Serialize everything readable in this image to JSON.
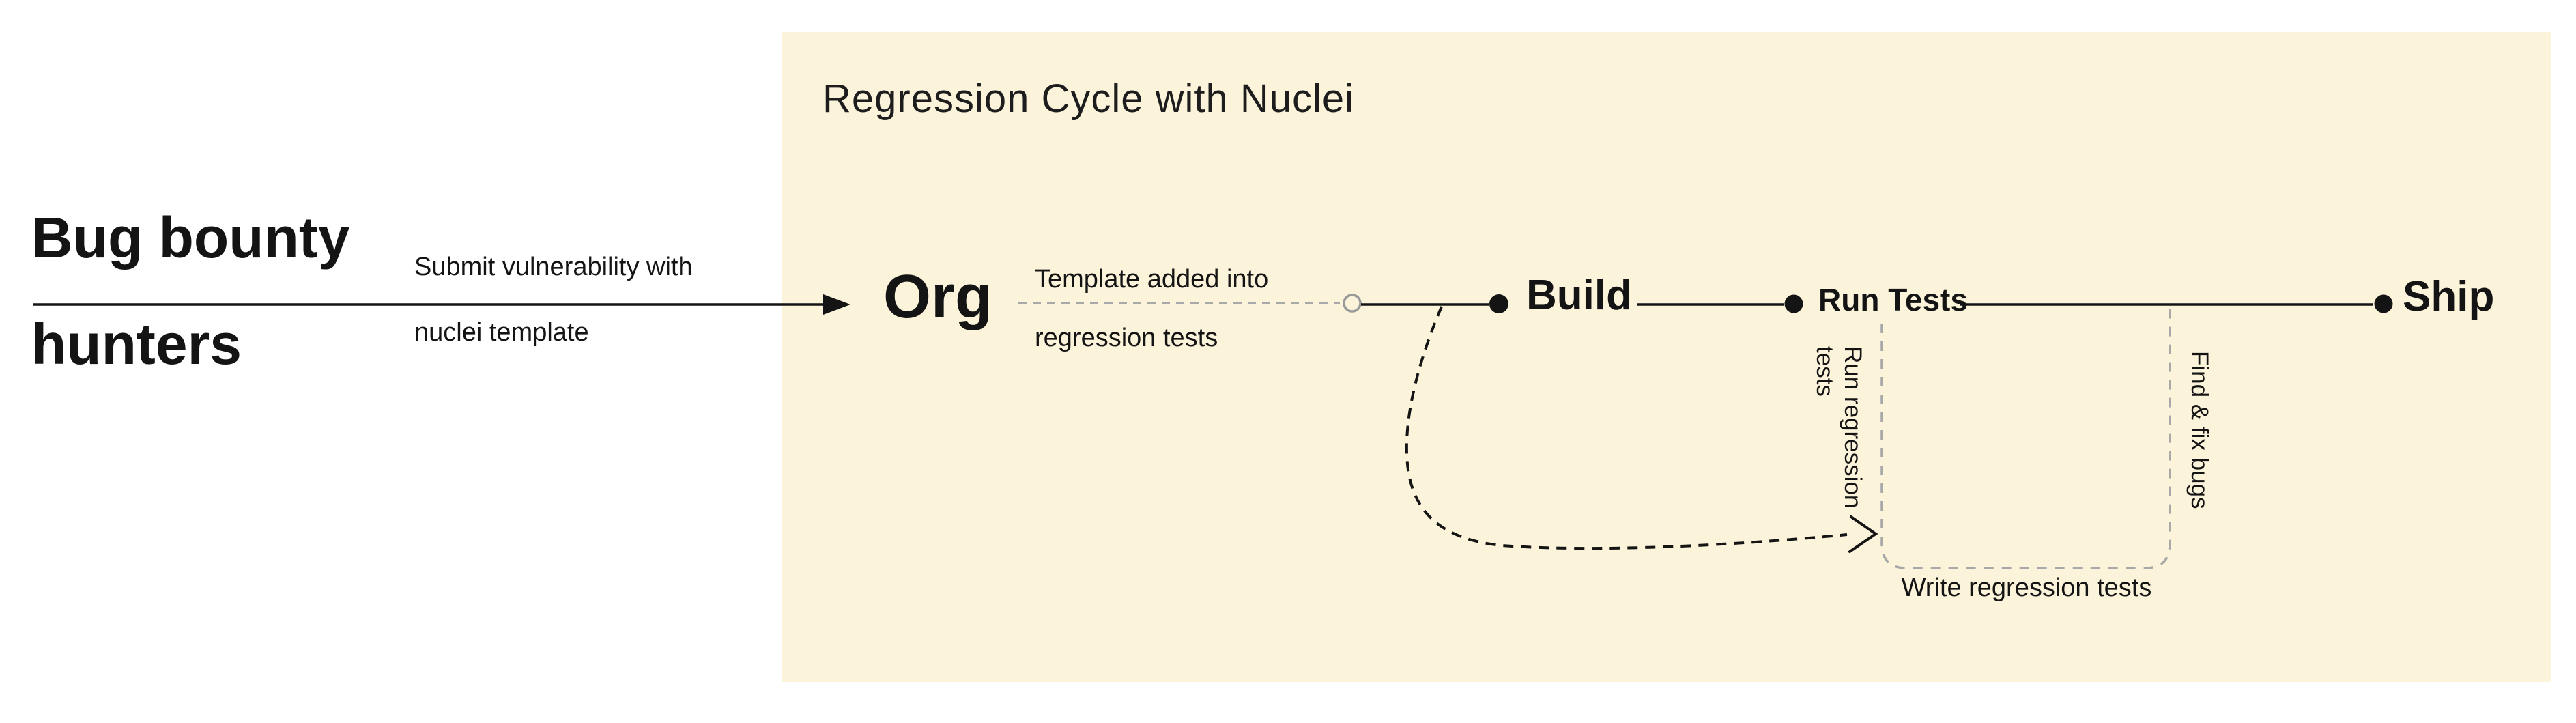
{
  "page": {
    "background": "#FFFFFF"
  },
  "left_panel": {
    "actor": {
      "line1": "Bug bounty",
      "line2": "hunters"
    },
    "arrow_label": {
      "line1": "Submit vulnerability with",
      "line2": "nuclei template"
    }
  },
  "cycle_panel": {
    "title": "Regression Cycle with Nuclei",
    "background": "#FCF3DB",
    "nodes": {
      "org": "Org",
      "build": "Build",
      "run_tests": "Run Tests",
      "ship": "Ship"
    },
    "labels": {
      "template_added": {
        "line1": "Template added into",
        "line2": "regression tests"
      },
      "run_regression_tests": "Run regression\ntests",
      "find_fix_bugs": "Find & fix bugs",
      "write_regression_tests": "Write regression tests"
    },
    "colors": {
      "line": "#141414",
      "dashed_gray": "#A8A8A8",
      "text": "#141414"
    }
  }
}
